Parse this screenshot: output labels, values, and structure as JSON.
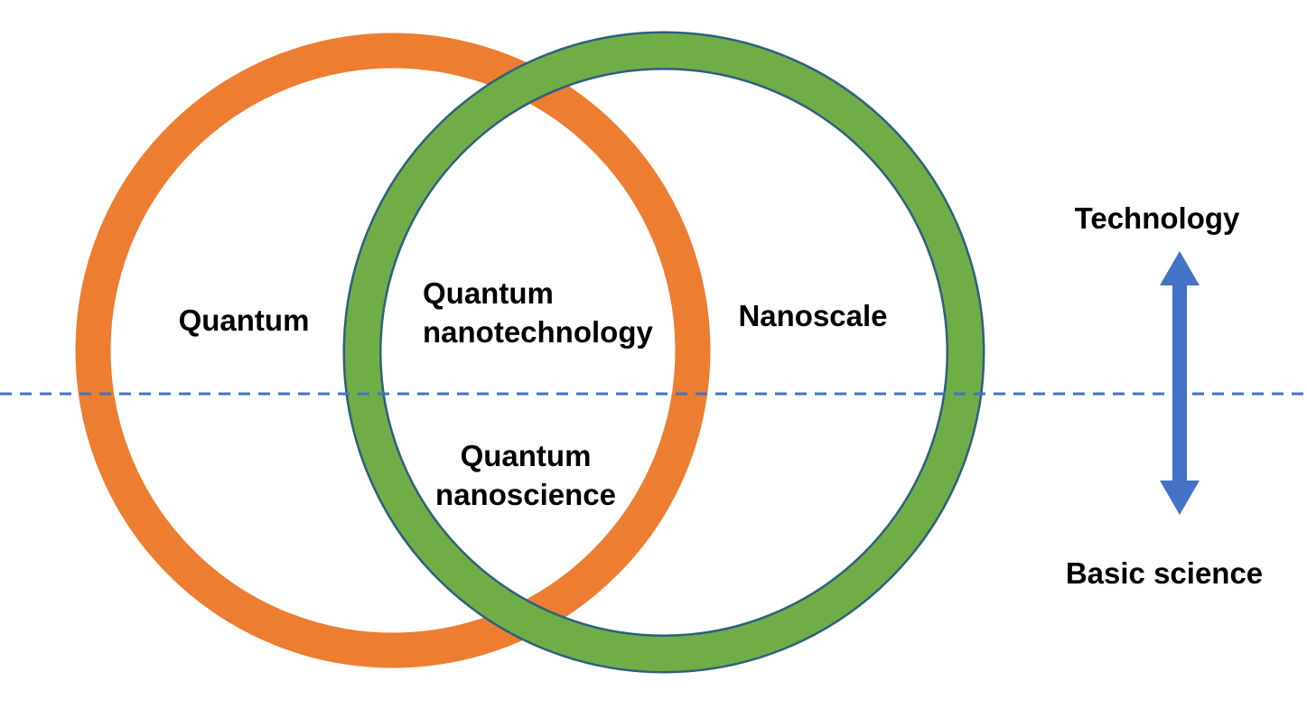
{
  "diagram": {
    "type": "venn",
    "left_circle": {
      "label": "Quantum",
      "stroke_color": "#ED7D31"
    },
    "right_circle": {
      "label": "Nanoscale",
      "stroke_color": "#70AD47",
      "outline_color": "#2E5F7E"
    },
    "overlap_top": {
      "line1": "Quantum",
      "line2": "nanotechnology"
    },
    "overlap_bottom": {
      "line1": "Quantum",
      "line2": "nanoscience"
    },
    "axis": {
      "top_label": "Technology",
      "bottom_label": "Basic science",
      "arrow_color": "#4472C4",
      "divider_color": "#4472C4"
    }
  }
}
